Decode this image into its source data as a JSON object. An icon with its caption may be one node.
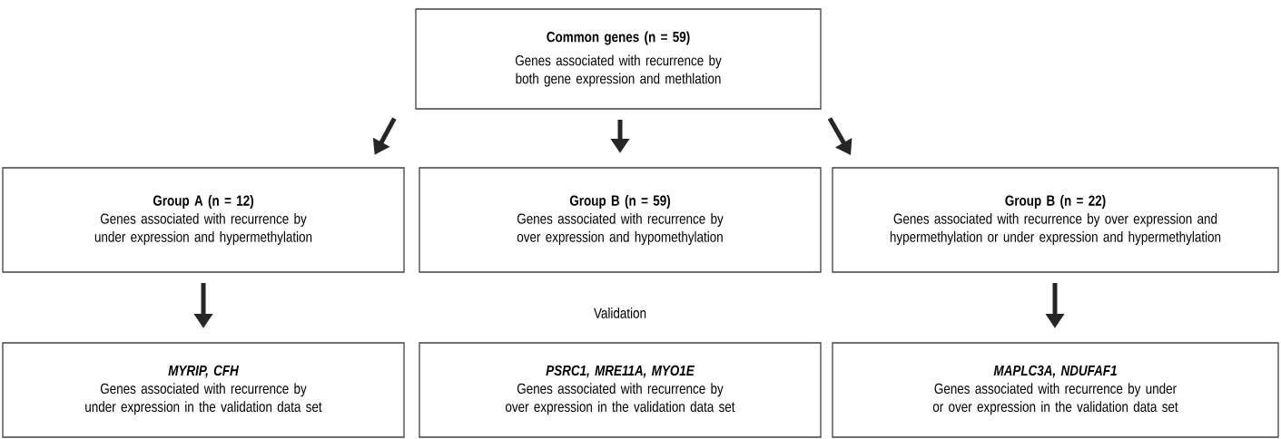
{
  "diagram": {
    "nodes": [
      {
        "text": [
          "Common genes (n = 59)",
          "Genes associated with recurrence by both gene expression and methlation"
        ]
      },
      {
        "text": [
          "Group A (n = 12)",
          "Genes associated with recurrence by under expression and hypermethylation"
        ]
      },
      {
        "text": [
          "Group B (n = 59)",
          "Genes associated with recurrence by over expression and hypomethylation"
        ]
      },
      {
        "text": [
          "Group B (n = 22)",
          "Genes associated with recurrence by over expression and hypermethylation or under expression and hypermethylation"
        ]
      },
      {
        "text": [
          "MYRIP, CFH",
          "Genes associated with recurrence by under expression in the validation data set"
        ]
      },
      {
        "text": [
          "PSRC1, MRE11A, MYO1E",
          "Genes associated with recurrence by over expression in the validation data set"
        ]
      },
      {
        "text": [
          "MAPLC3A, NDUFAF1",
          "Genes associated with recurrence by under or over expression in the validation data set"
        ]
      }
    ],
    "edges": [
      {
        "from": 0,
        "to": 1,
        "arrow": "to"
      },
      {
        "from": 0,
        "to": 2,
        "arrow": "to"
      },
      {
        "from": 0,
        "to": 3,
        "arrow": "to"
      },
      {
        "from": 1,
        "to": 4,
        "arrow": "to"
      },
      {
        "from": 3,
        "to": 6,
        "arrow": "to"
      }
    ],
    "labels": [
      "Validation"
    ]
  }
}
